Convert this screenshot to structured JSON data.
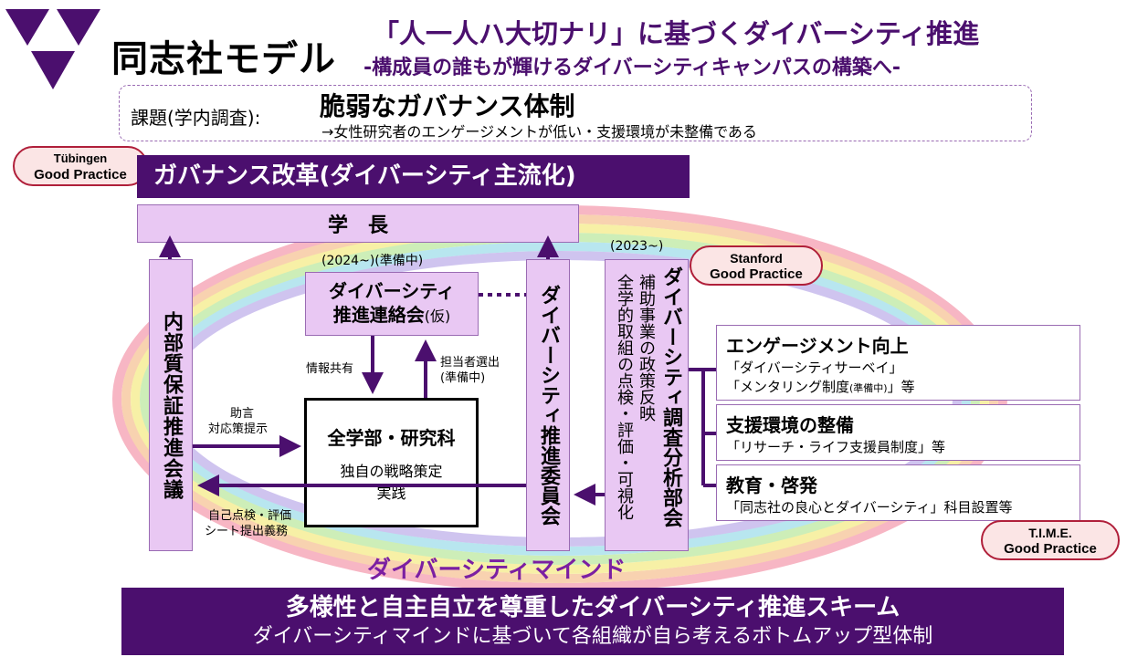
{
  "header": {
    "model_name": "同志社モデル",
    "headline": "「人一人ハ大切ナリ」に基づくダイバーシティ推進",
    "subheadline": "-構成員の誰もが輝けるダイバーシティキャンパスの構築へ-"
  },
  "issue": {
    "label": "課題(学内調査):",
    "title": "脆弱なガバナンス体制",
    "detail": "→女性研究者のエンゲージメントが低い・支援環境が未整備である"
  },
  "badges": {
    "tubingen": [
      "Tübingen",
      "Good Practice"
    ],
    "stanford": [
      "Stanford",
      "Good Practice"
    ],
    "time": [
      "T.I.M.E.",
      "Good Practice"
    ]
  },
  "reform_title": "ガバナンス改革(ダイバーシティ主流化)",
  "president": "学　長",
  "internal_council": "内部質保証推進会議",
  "liaison": {
    "year": "(2024~)(準備中)",
    "name_line1": "ダイバーシティ",
    "name_line2": "推進連絡会",
    "name_suffix": "(仮)"
  },
  "committee": "ダイバーシティ推進委員会",
  "analysis": {
    "year": "(2023~)",
    "name": "ダイバーシティ調査分析部会",
    "desc1": "補助事業の政策反映",
    "desc2": "全学的取組の点検・評価・可視化"
  },
  "faculties": {
    "title": "全学部・研究科",
    "line1": "独自の戦略策定",
    "line2": "実践"
  },
  "arrows": {
    "info_share": "情報共有",
    "appoint_1": "担当者選出",
    "appoint_2": "(準備中)",
    "advice_1": "助言",
    "advice_2": "対応策提示",
    "self_eval_1": "自己点検・評価",
    "self_eval_2": "シート提出義務"
  },
  "initiatives": [
    {
      "title": "エンゲージメント向上",
      "items": [
        "「ダイバーシティサーベイ」",
        "「メンタリング制度",
        "(準備中)",
        "」等"
      ]
    },
    {
      "title": "支援環境の整備",
      "items": [
        "「リサーチ・ライフ支援員制度」等"
      ]
    },
    {
      "title": "教育・啓発",
      "items": [
        "「同志社の良心とダイバーシティ」科目設置等"
      ]
    }
  ],
  "mind": "ダイバーシティマインド",
  "footer": {
    "line1": "多様性と自主自立を尊重したダイバーシティ推進スキーム",
    "line2": "ダイバーシティマインドに基づいて各組織が自ら考えるボトムアップ型体制"
  },
  "colors": {
    "primary_purple": "#4b0f6e",
    "lilac": "#e9c8f3",
    "badge_border": "#b01f3a",
    "badge_fill": "#fbe5e5"
  }
}
